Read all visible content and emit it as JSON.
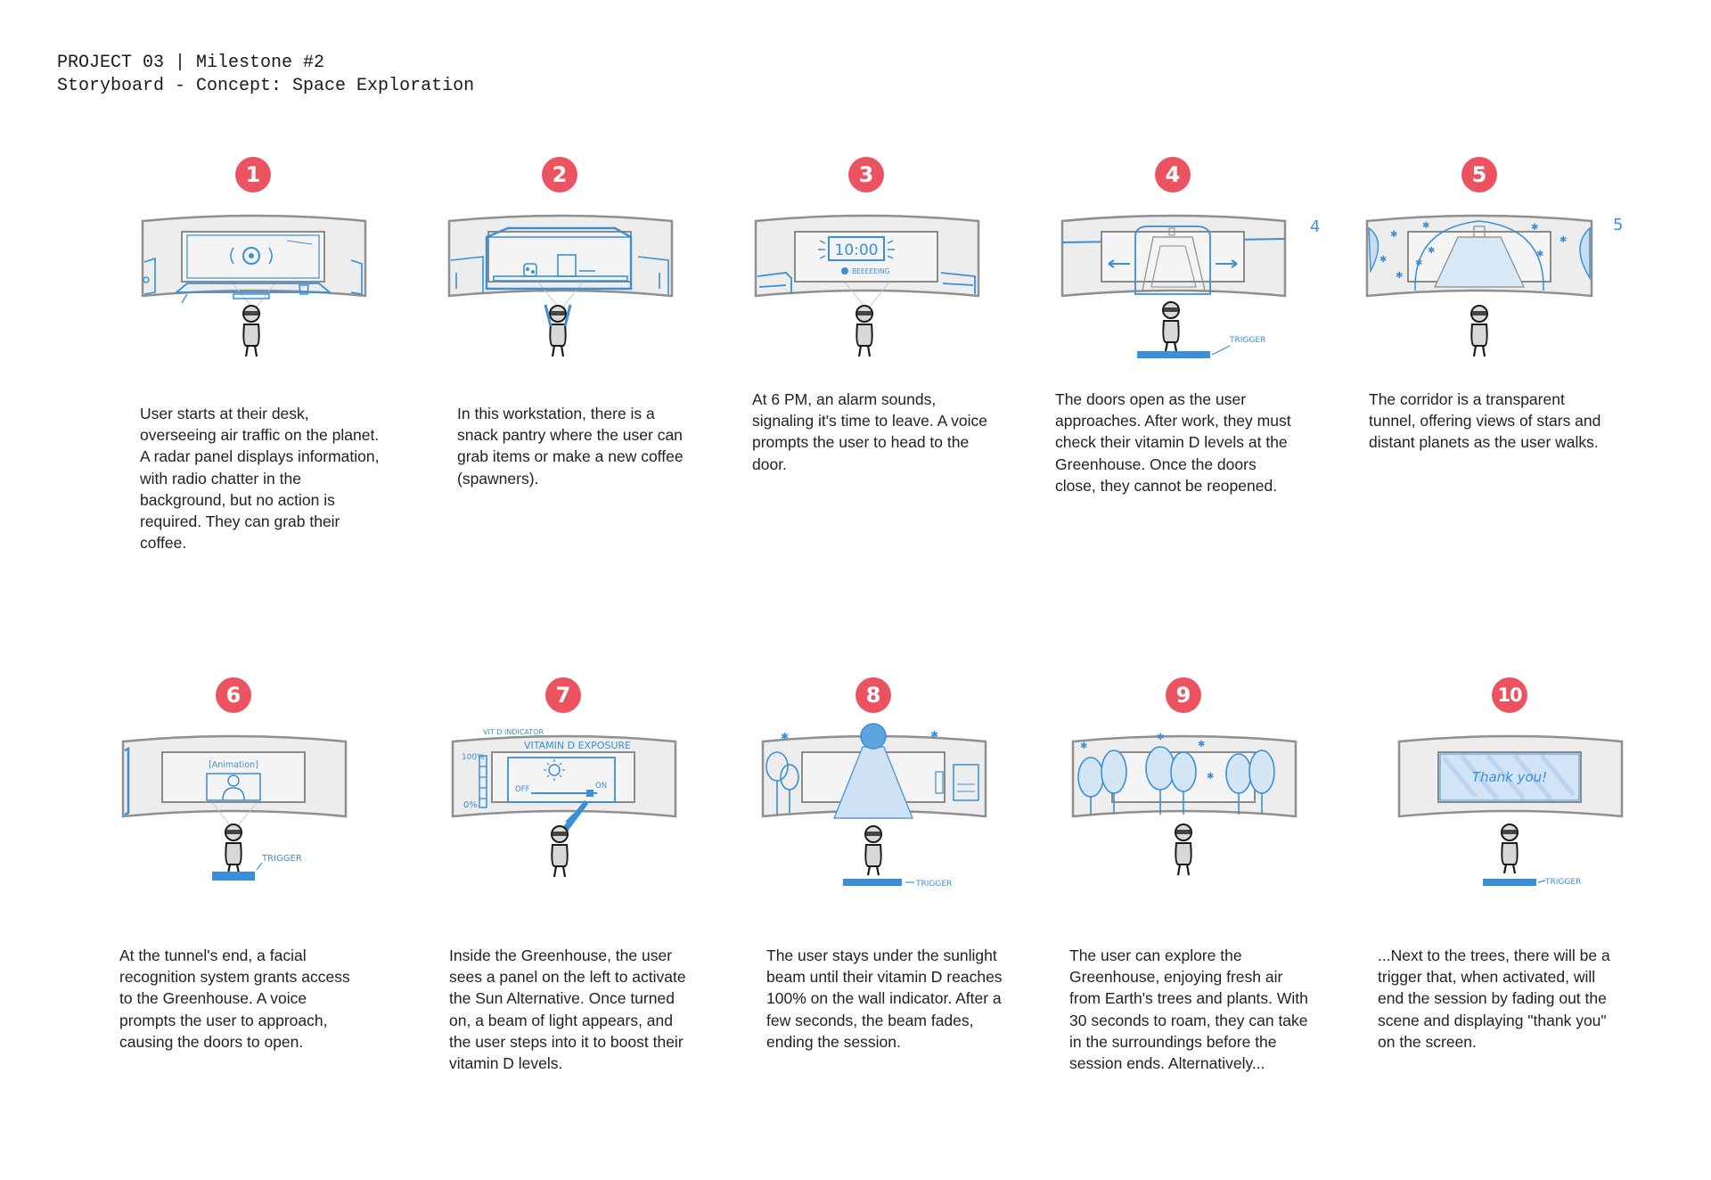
{
  "header": {
    "line1": "PROJECT 03 | Milestone #2",
    "line2": "Storyboard - Concept: Space Exploration"
  },
  "colors": {
    "badge": "#ec5361",
    "sketch_blue": "#3a8fd6",
    "screen_fill": "#ededed",
    "outline": "#8f8f8f"
  },
  "panels": [
    {
      "number": "1",
      "text": "User starts at their desk, overseeing air traffic on the planet. A radar panel displays information, with radio chatter in the background, but no action is required. They can grab their coffee."
    },
    {
      "number": "2",
      "text": "In this workstation, there is a snack pantry where the user can grab items or make a new coffee (spawners)."
    },
    {
      "number": "3",
      "text": "At 6 PM, an alarm sounds, signaling it's time to leave. A voice prompts the user to head to the door.",
      "clock": "10:00",
      "clock_note": "BEEEEEING"
    },
    {
      "number": "4",
      "text": "The doors open as the user approaches. After work, they must check their vitamin D levels at the Greenhouse. Once the doors close, they cannot be reopened.",
      "trigger": "TRIGGER",
      "margin_note": "4"
    },
    {
      "number": "5",
      "text": "The corridor is a transparent tunnel, offering views of stars and distant planets as the user walks.",
      "margin_note": "5"
    },
    {
      "number": "6",
      "text": "At the tunnel's end, a facial recognition system grants access to the Greenhouse. A voice prompts the user to approach, causing the doors to open.",
      "screen_label": "[Animation]",
      "trigger": "TRIGGER"
    },
    {
      "number": "7",
      "text": "Inside the Greenhouse, the user sees a panel on the left to activate the Sun Alternative. Once turned on, a beam of light appears, and the user steps into it to boost their vitamin D levels.",
      "indicator_label": "VIT D INDICATOR",
      "screen_title": "VITAMIN D EXPOSURE",
      "scale_top": "100%",
      "scale_bottom": "0%",
      "switch_off": "OFF",
      "switch_on": "ON"
    },
    {
      "number": "8",
      "text": "The user stays under the sunlight beam until their vitamin D reaches 100% on the wall indicator. After a few seconds, the beam fades, ending the session.",
      "trigger": "TRIGGER"
    },
    {
      "number": "9",
      "text": "The user can explore the Greenhouse, enjoying fresh air from Earth's trees and plants. With 30 seconds to roam, they can take in the surroundings before the session ends. Alternatively..."
    },
    {
      "number": "10",
      "text": "...Next to the trees, there will be a trigger that, when activated, will end the session by fading out the scene and displaying \"thank you\" on the screen.",
      "screen_label": "Thank you!",
      "trigger": "TRIGGER"
    }
  ]
}
